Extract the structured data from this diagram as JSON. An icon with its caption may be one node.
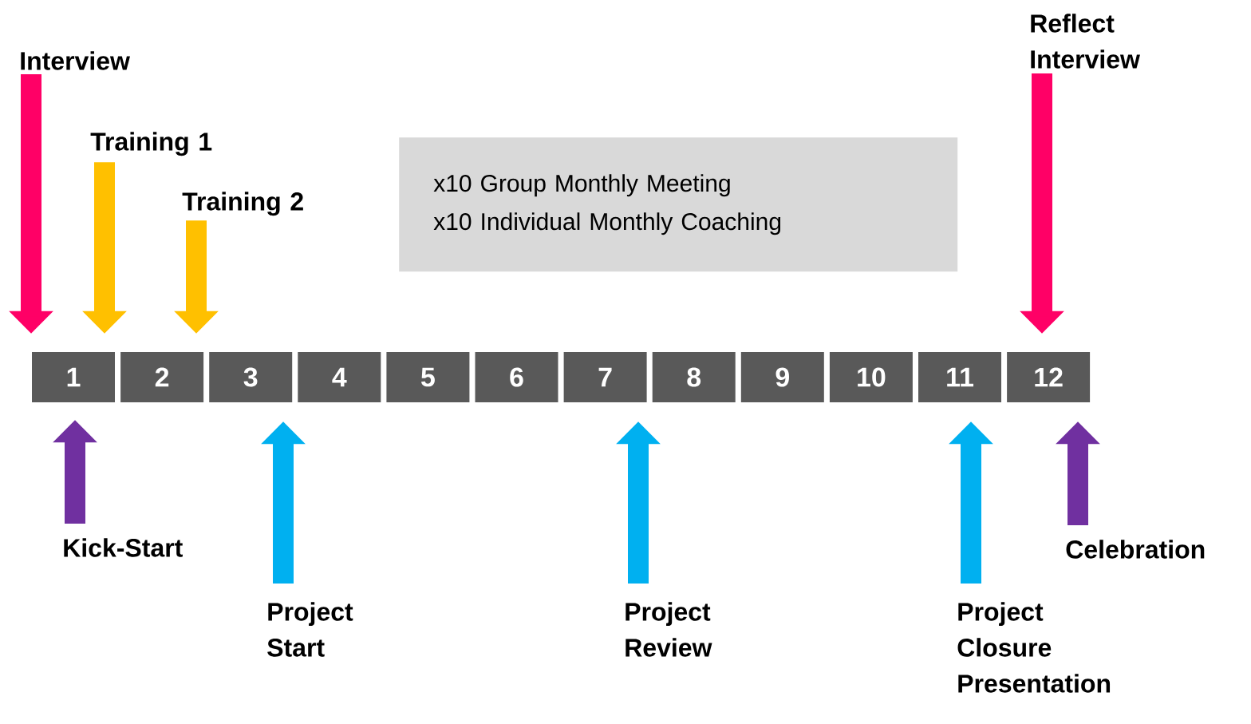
{
  "diagram": {
    "nodes": [
      {
        "text": [
          "1"
        ]
      },
      {
        "text": [
          "2"
        ]
      },
      {
        "text": [
          "3"
        ]
      },
      {
        "text": [
          "4"
        ]
      },
      {
        "text": [
          "5"
        ]
      },
      {
        "text": [
          "6"
        ]
      },
      {
        "text": [
          "7"
        ]
      },
      {
        "text": [
          "8"
        ]
      },
      {
        "text": [
          "9"
        ]
      },
      {
        "text": [
          "10"
        ]
      },
      {
        "text": [
          "11"
        ]
      },
      {
        "text": [
          "12"
        ]
      },
      {
        "text": [
          "x10 Group Monthly Meeting",
          "x10 Individual Monthly Coaching"
        ]
      },
      {
        "text": [
          "Interview"
        ]
      },
      {
        "text": [
          "Training 1"
        ]
      },
      {
        "text": [
          "Training 2"
        ]
      },
      {
        "text": [
          "Reflect Interview"
        ]
      },
      {
        "text": [
          "Kick-Start"
        ]
      },
      {
        "text": [
          "Project Start"
        ]
      },
      {
        "text": [
          "Project Review"
        ]
      },
      {
        "text": [
          "Project Closure Presentation"
        ]
      },
      {
        "text": [
          "Celebration"
        ]
      }
    ],
    "edges": [
      {
        "from": 13,
        "to": 0,
        "arrow": "to",
        "color": "#ff0066"
      },
      {
        "from": 14,
        "to": 0,
        "arrow": "to",
        "color": "#ffc000"
      },
      {
        "from": 15,
        "to": 1,
        "arrow": "to",
        "color": "#ffc000"
      },
      {
        "from": 16,
        "to": 11,
        "arrow": "to",
        "color": "#ff0066"
      },
      {
        "from": 17,
        "to": 0,
        "arrow": "to",
        "color": "#7030a0"
      },
      {
        "from": 18,
        "to": 2,
        "arrow": "to",
        "color": "#00b0f0"
      },
      {
        "from": 19,
        "to": 6,
        "arrow": "to",
        "color": "#00b0f0"
      },
      {
        "from": 20,
        "to": 10,
        "arrow": "to",
        "color": "#00b0f0"
      },
      {
        "from": 21,
        "to": 11,
        "arrow": "to",
        "color": "#7030a0"
      }
    ]
  }
}
